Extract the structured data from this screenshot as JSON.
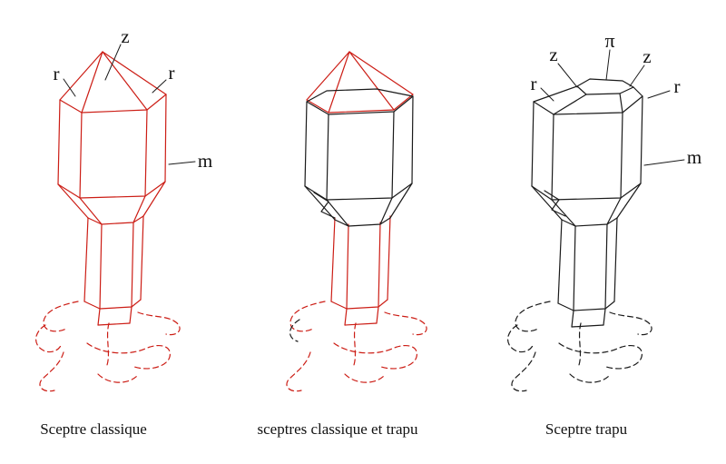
{
  "figures": [
    {
      "caption": "Sceptre classique",
      "labels": {
        "z": "z",
        "r_left": "r",
        "r_right": "r",
        "m": "m"
      }
    },
    {
      "caption": "sceptres classique et trapu",
      "labels": {}
    },
    {
      "caption": "Sceptre trapu",
      "labels": {
        "z_left": "z",
        "pi": "π",
        "z_right": "z",
        "r_left": "r",
        "r_right": "r",
        "m": "m"
      }
    }
  ],
  "colors": {
    "crystal_red": "#cc1d15",
    "line_black": "#1a1a1a",
    "background": "#ffffff"
  }
}
